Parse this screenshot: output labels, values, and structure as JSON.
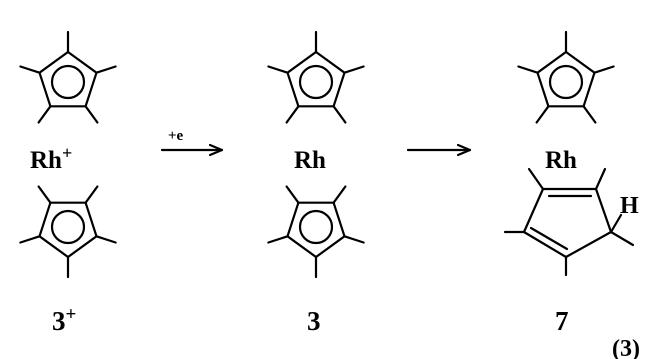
{
  "scheme": {
    "compounds": [
      {
        "metal_label": "Rh",
        "charge": "+",
        "number": "3",
        "number_charge": "+"
      },
      {
        "metal_label": "Rh",
        "charge": "",
        "number": "3",
        "number_charge": ""
      },
      {
        "metal_label": "Rh",
        "charge": "",
        "number": "7",
        "number_charge": ""
      }
    ],
    "arrows": [
      {
        "label": "+e"
      },
      {
        "label": ""
      }
    ],
    "hydrogen_label": "H",
    "equation_number": "(3)"
  }
}
